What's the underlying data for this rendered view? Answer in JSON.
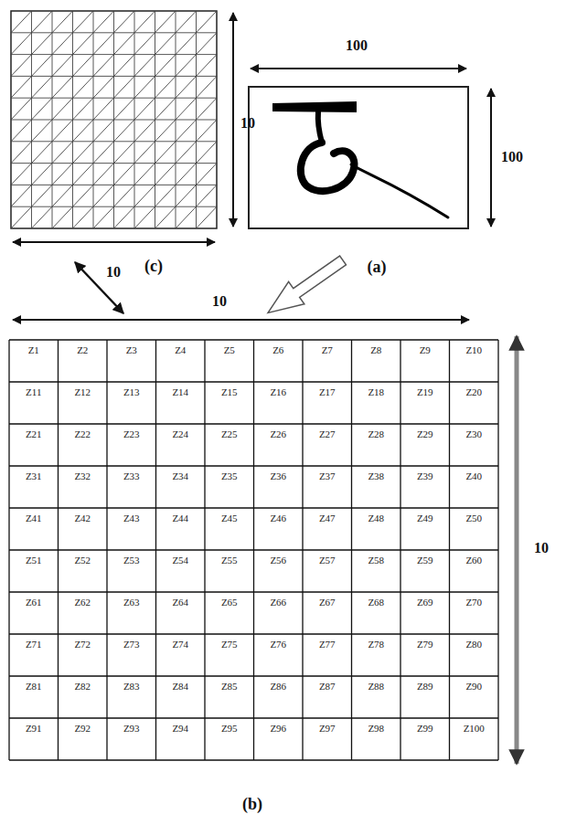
{
  "diagram": {
    "labels": [
      "10",
      "100",
      "100",
      "(c)",
      "10",
      "(a)",
      "10",
      "Z1",
      "Z2",
      "Z3",
      "Z4",
      "Z5",
      "Z6",
      "Z7",
      "Z8",
      "Z9",
      "Z10",
      "Z11",
      "Z12",
      "Z13",
      "Z14",
      "Z15",
      "Z16",
      "Z17",
      "Z18",
      "Z19",
      "Z20",
      "Z21",
      "Z22",
      "Z23",
      "Z24",
      "Z25",
      "Z26",
      "Z27",
      "Z28",
      "Z29",
      "Z30",
      "Z31",
      "Z32",
      "Z33",
      "Z34",
      "Z35",
      "Z36",
      "Z37",
      "Z38",
      "Z39",
      "Z40",
      "Z41",
      "Z42",
      "Z43",
      "Z44",
      "Z45",
      "Z46",
      "Z47",
      "Z48",
      "Z49",
      "Z50",
      "Z51",
      "Z52",
      "Z53",
      "Z54",
      "Z55",
      "Z56",
      "Z57",
      "Z58",
      "Z59",
      "Z60",
      "Z61",
      "Z62",
      "Z63",
      "Z64",
      "Z65",
      "Z66",
      "Z67",
      "Z68",
      "Z69",
      "Z70",
      "Z71",
      "Z72",
      "Z73",
      "Z74",
      "Z75",
      "Z76",
      "Z77",
      "Z78",
      "Z79",
      "Z80",
      "Z81",
      "Z82",
      "Z83",
      "Z84",
      "Z85",
      "Z86",
      "Z87",
      "Z88",
      "Z89",
      "Z90",
      "Z91",
      "Z92",
      "Z93",
      "Z94",
      "Z95",
      "Z96",
      "Z97",
      "Z98",
      "Z99",
      "Z100",
      "10",
      "(b)"
    ]
  }
}
